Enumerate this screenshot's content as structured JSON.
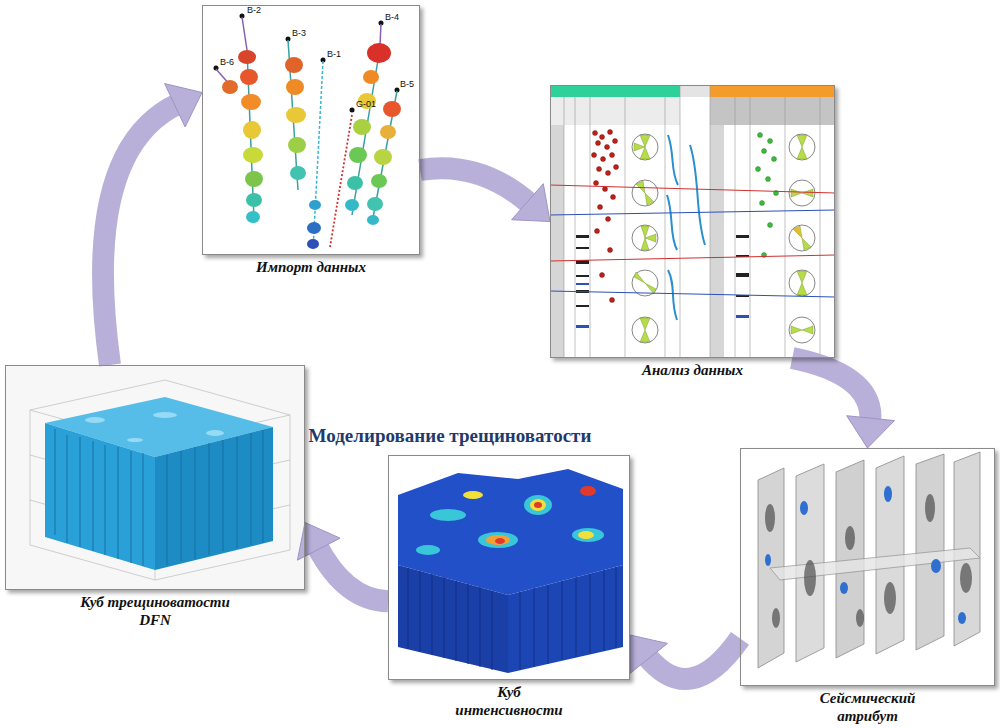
{
  "diagram": {
    "title": "Моделирование трещиноватости",
    "nodes": [
      {
        "text": [
          "Импорт данных"
        ]
      },
      {
        "text": [
          "Анализ данных"
        ]
      },
      {
        "text": [
          "Сейсмический атрибут"
        ]
      },
      {
        "text": [
          "Куб интенсивности"
        ]
      },
      {
        "text": [
          "Куб трещиноватости DFN"
        ]
      }
    ],
    "edges": [
      {
        "from": 0,
        "to": 1,
        "arrow": "to"
      },
      {
        "from": 1,
        "to": 2,
        "arrow": "to"
      },
      {
        "from": 2,
        "to": 3,
        "arrow": "to"
      },
      {
        "from": 3,
        "to": 4,
        "arrow": "to"
      },
      {
        "from": 4,
        "to": 0,
        "arrow": "to"
      }
    ],
    "labels": [
      "B-2",
      "B-3",
      "B-4",
      "B-1",
      "B-5",
      "B-6",
      "G-01"
    ]
  }
}
